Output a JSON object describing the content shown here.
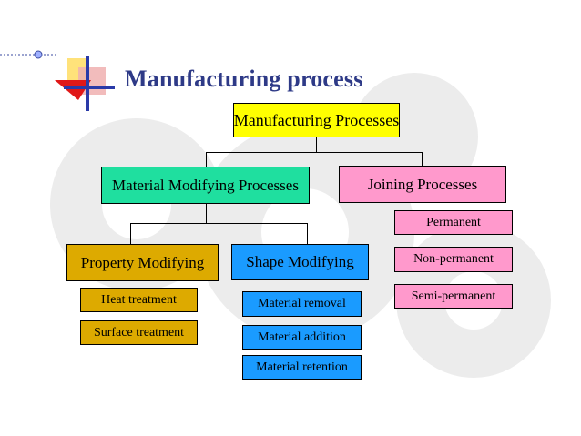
{
  "title": "Manufacturing process",
  "root": "Manufacturing Processes",
  "level1": {
    "material_modifying": "Material Modifying Processes",
    "joining": "Joining Processes"
  },
  "level2": {
    "property_modifying": "Property Modifying",
    "shape_modifying": "Shape Modifying"
  },
  "property_items": [
    "Heat treatment",
    "Surface treatment"
  ],
  "shape_items": [
    "Material removal",
    "Material addition",
    "Material retention"
  ],
  "joining_items": [
    "Permanent",
    "Non-permanent",
    "Semi-permanent"
  ],
  "colors": {
    "title": "#2e3a87",
    "root": "#ffff00",
    "material_modifying": "#1fdf9f",
    "joining": "#ff99cc",
    "property_modifying": "#ddaa00",
    "shape_modifying": "#1a9bff"
  }
}
